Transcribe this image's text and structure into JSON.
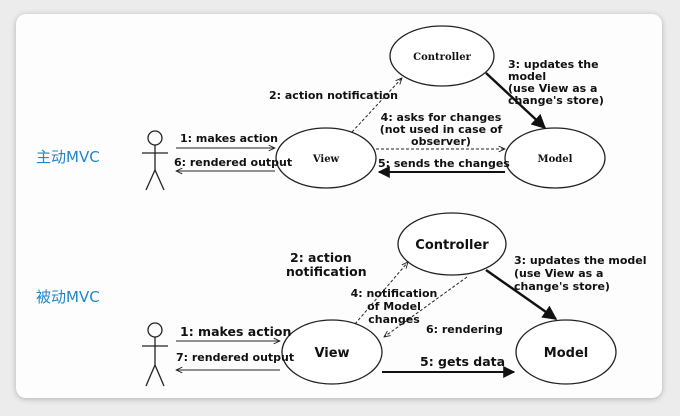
{
  "active": {
    "section_label": "主动MVC",
    "nodes": {
      "controller": "Controller",
      "view": "View",
      "model": "Model"
    },
    "edges": {
      "makes_action": "1: makes action",
      "action_notification": "2: action notification",
      "updates_model": [
        "3: updates the",
        "model",
        "(use View as a",
        "change's store)"
      ],
      "asks_for_changes": [
        "4: asks for changes",
        "(not used in case of",
        "observer)"
      ],
      "sends_changes": "5: sends the changes",
      "rendered_output": "6: rendered output"
    }
  },
  "passive": {
    "section_label": "被动MVC",
    "nodes": {
      "controller": "Controller",
      "view": "View",
      "model": "Model"
    },
    "edges": {
      "makes_action": "1: makes action",
      "action_notification": [
        "2: action",
        "notification"
      ],
      "updates_model": [
        "3: updates the model",
        "(use View as a",
        "change's store)"
      ],
      "notification_model_changes": [
        "4: notification",
        "of Model",
        "changes"
      ],
      "gets_data": "5: gets data",
      "rendering": "6: rendering",
      "rendered_output": "7: rendered output"
    }
  }
}
